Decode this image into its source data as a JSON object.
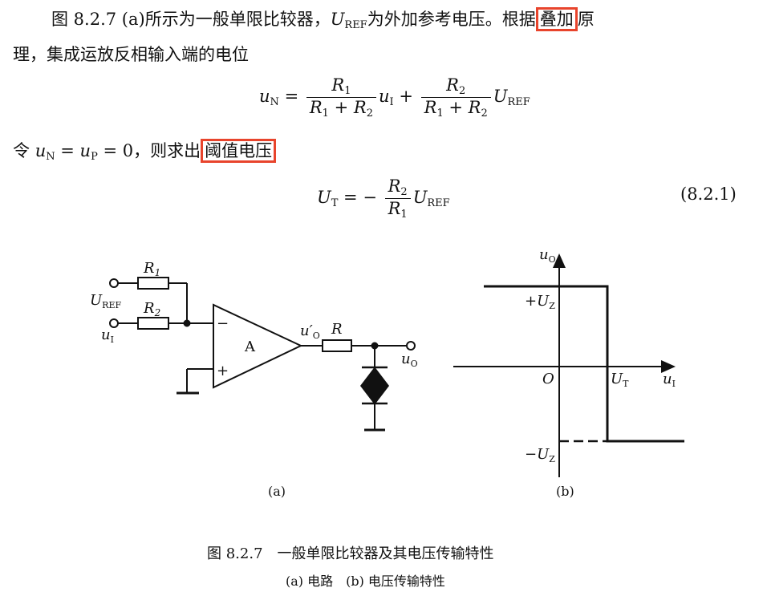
{
  "para1": {
    "lead": "图 8.2.7 (a)所示为一般单限比较器，",
    "uref_sym": "U",
    "uref_sub": "REF",
    "mid": "为外加参考电压。根据",
    "highlight1": "叠加",
    "tail": "原",
    "line2": "理，集成运放反相输入端的电位"
  },
  "eq1": {
    "lhs": "u",
    "lhs_sub": "N",
    "eq": " = ",
    "num1": "R",
    "num1_sub": "1",
    "den1": "R",
    "den1_sub1": "1",
    "den1_plus": " + ",
    "den1_b": "R",
    "den1_sub2": "2",
    "ui": "u",
    "ui_sub": "I",
    "plus": " + ",
    "num2": "R",
    "num2_sub": "2",
    "uref": "U",
    "uref_sub": "REF"
  },
  "para2": {
    "lead": "令 ",
    "cond_a": "u",
    "cond_a_sub": "N",
    "cond_eq": " = ",
    "cond_b": "u",
    "cond_b_sub": "P",
    "cond_tail": " = 0，则求出",
    "highlight2": "阈值电压"
  },
  "eq2": {
    "lhs": "U",
    "lhs_sub": "T",
    "eq": " = − ",
    "num": "R",
    "num_sub": "2",
    "den": "R",
    "den_sub": "1",
    "uref": "U",
    "uref_sub": "REF",
    "number": "(8.2.1)"
  },
  "circuit": {
    "r1": "R",
    "r1_sub": "1",
    "r2": "R",
    "r2_sub": "2",
    "uref": "U",
    "uref_sub": "REF",
    "ui": "u",
    "ui_sub": "I",
    "minus": "−",
    "plus": "+",
    "amp": "A",
    "uo_prime": "u′",
    "uo_prime_sub": "O",
    "r": "R",
    "uo": "u",
    "uo_sub": "O",
    "label": "(a)"
  },
  "graph": {
    "y_axis": "u",
    "y_axis_sub": "O",
    "x_axis": "u",
    "x_axis_sub": "I",
    "origin": "O",
    "pos": "+U",
    "pos_sub": "Z",
    "neg": "−U",
    "neg_sub": "Z",
    "ut": "U",
    "ut_sub": "T",
    "label": "(b)",
    "chart_data": {
      "type": "line",
      "series": [
        {
          "values": [
            [
              "-inf",
              "+Uz"
            ],
            [
              "U_T",
              "+Uz"
            ],
            [
              "U_T",
              "-Uz"
            ],
            [
              "+inf",
              "-Uz"
            ]
          ]
        }
      ]
    }
  },
  "caption": {
    "main": "图 8.2.7　一般单限比较器及其电压传输特性",
    "sub": "(a) 电路　(b) 电压传输特性"
  }
}
